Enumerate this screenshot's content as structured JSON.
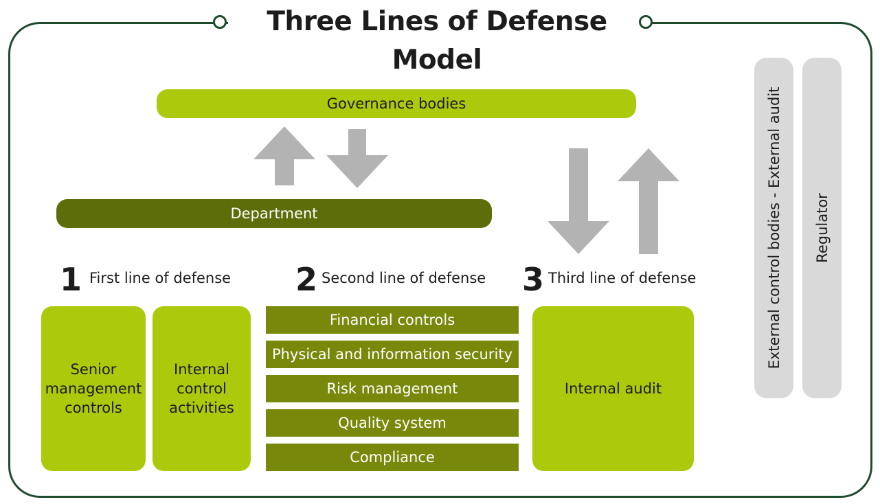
{
  "title": "Three Lines of Defense Model",
  "governance": "Governance bodies",
  "department": "Department",
  "lines": [
    {
      "number": "1",
      "label": "First line of defense"
    },
    {
      "number": "2",
      "label": "Second line of defense"
    },
    {
      "number": "3",
      "label": "Third line of defense"
    }
  ],
  "first_line": {
    "box1": "Senior management controls",
    "box2": "Internal control activities"
  },
  "second_line": [
    "Financial controls",
    "Physical and information security",
    "Risk management",
    "Quality system",
    "Compliance"
  ],
  "third_line": {
    "box": "Internal audit"
  },
  "side": {
    "external": "External control bodies - External audit",
    "regulator": "Regulator"
  },
  "colors": {
    "frame": "#1e4a2e",
    "light_green": "#adc90c",
    "dark_green": "#5c6d0a",
    "mid_green": "#78880a",
    "arrow_gray": "#b3b3b3",
    "side_gray": "#d9d9d9"
  }
}
